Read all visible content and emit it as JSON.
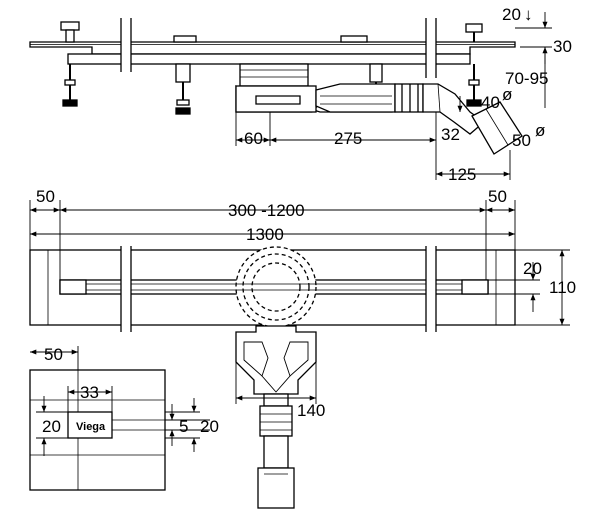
{
  "side_view": {
    "dims": {
      "top_offset": "20",
      "top_height": "30",
      "height_range": "70-95",
      "outlet_small": "40",
      "outlet_large": "50",
      "offset_left": "60",
      "body_length": "275",
      "outlet_height": "32",
      "outlet_projection": "125"
    }
  },
  "top_view": {
    "dims": {
      "left_margin": "50",
      "right_margin": "50",
      "length_range": "300 -1200",
      "overall_length": "1300",
      "grate_width": "20",
      "channel_width": "110",
      "drain_width": "140"
    }
  },
  "detail_view": {
    "dims": {
      "width": "50",
      "insert": "33",
      "height": "20",
      "slot": "5",
      "height_right": "20"
    },
    "logo_text": "Viega"
  },
  "symbols": {
    "diameter": "ø"
  }
}
